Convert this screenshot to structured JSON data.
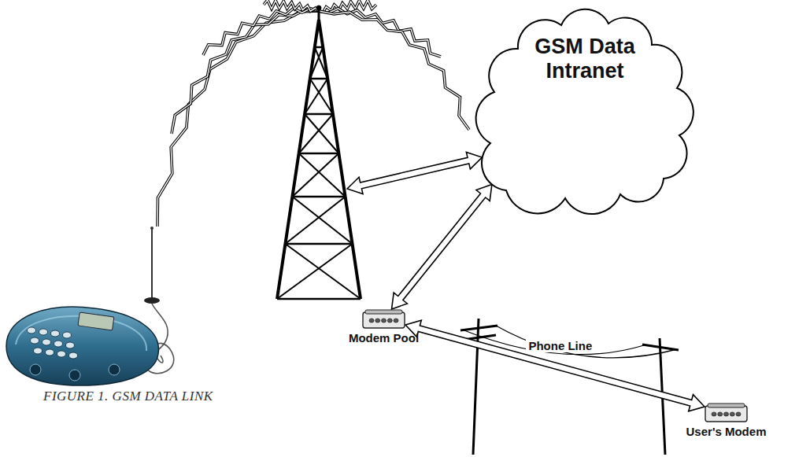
{
  "diagram": {
    "caption": "FIGURE 1. GSM DATA LINK",
    "nodes": [
      {
        "text": [
          "GSM Data Intranet"
        ]
      },
      {
        "text": [
          "Modem Pool"
        ]
      },
      {
        "text": [
          "User's Modem"
        ]
      }
    ],
    "edges": [
      {
        "from": 0,
        "to": 1,
        "arrow": "both"
      },
      {
        "from": 1,
        "to": 2,
        "arrow": "both",
        "label": "Phone Line"
      }
    ]
  }
}
